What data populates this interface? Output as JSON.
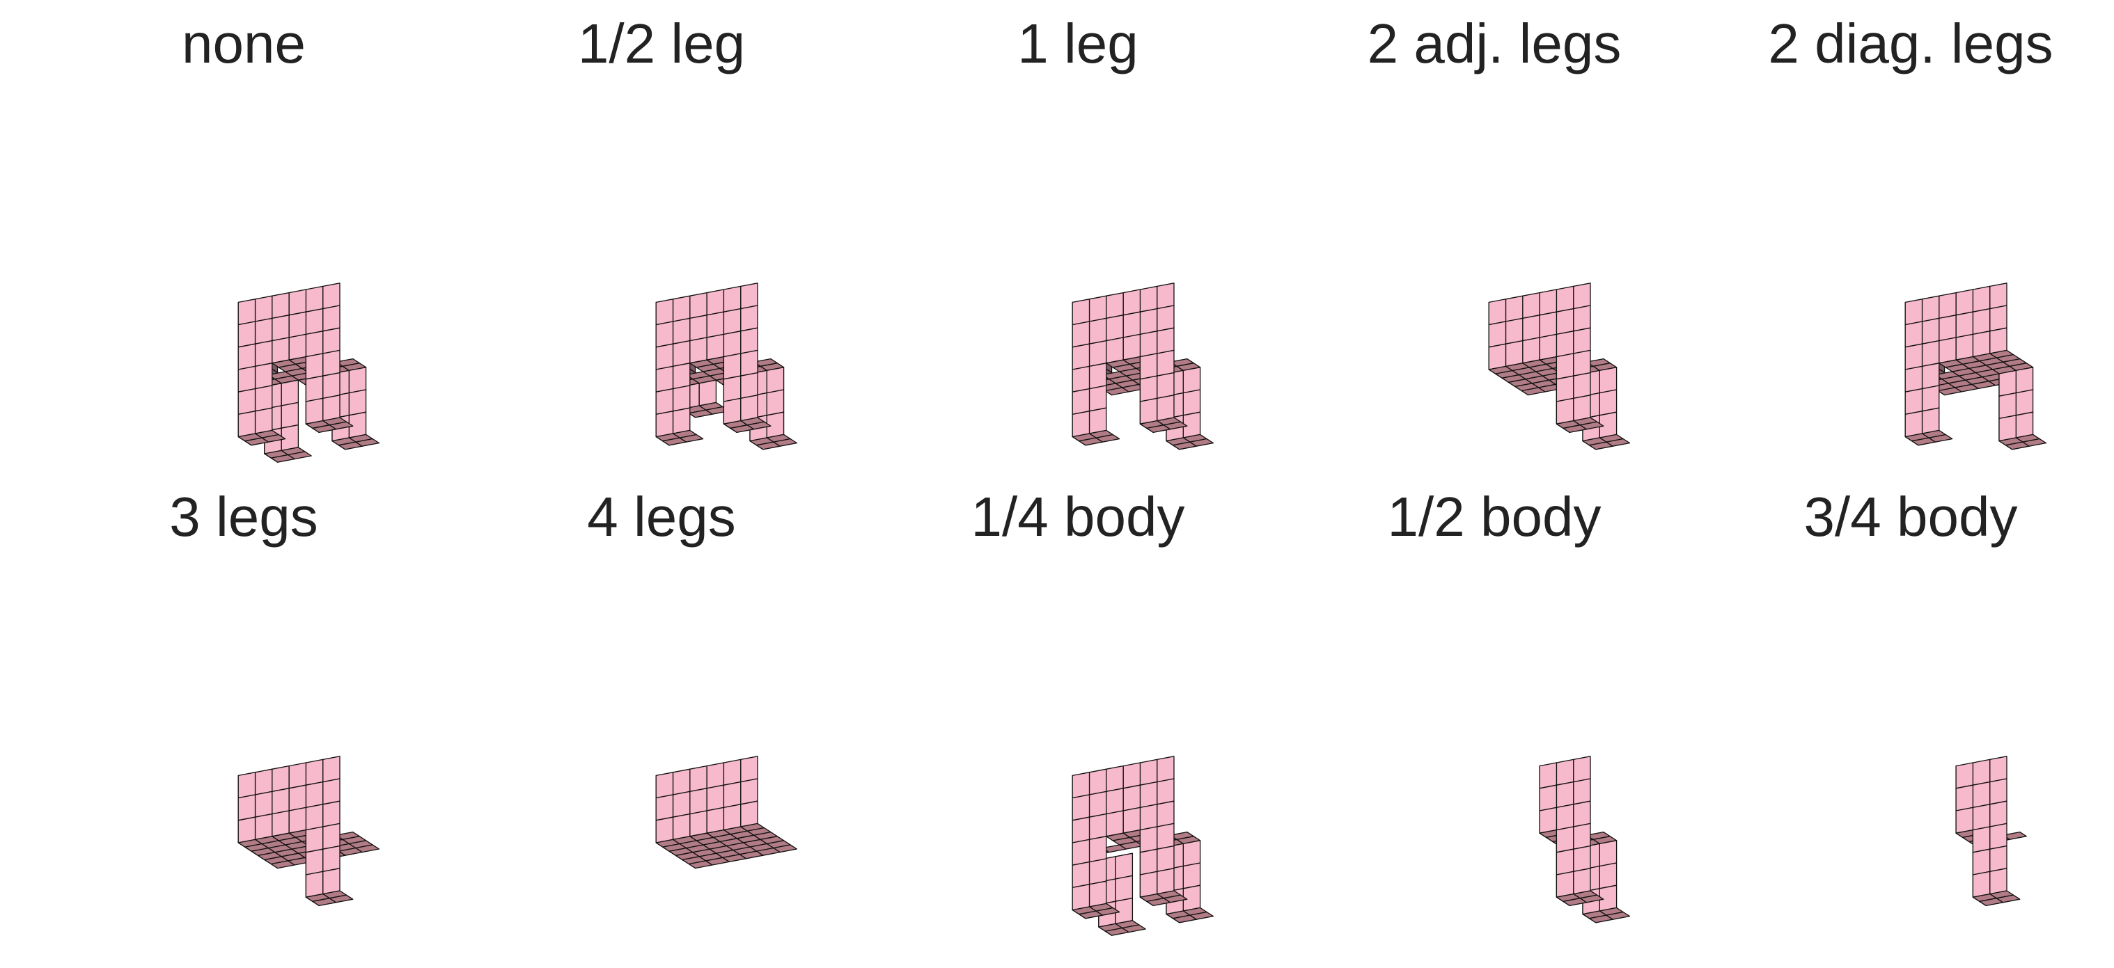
{
  "colors": {
    "front_face": "#7d5b62",
    "side_face": "#f7b9cc",
    "bottom_face": "#b17c86",
    "edge": "#111111",
    "caption_text": "#222222",
    "background": "#ffffff"
  },
  "panels": [
    {
      "label": "none",
      "removed": "none"
    },
    {
      "label": "1/2 leg",
      "removed": "half_leg"
    },
    {
      "label": "1 leg",
      "removed": "one_leg"
    },
    {
      "label": "2 adj. legs",
      "removed": "two_adjacent_legs"
    },
    {
      "label": "2 diag. legs",
      "removed": "two_diagonal_legs"
    },
    {
      "label": "3 legs",
      "removed": "three_legs"
    },
    {
      "label": "4 legs",
      "removed": "four_legs"
    },
    {
      "label": "1/4 body",
      "removed": "quarter_body"
    },
    {
      "label": "1/2 body",
      "removed": "half_body"
    },
    {
      "label": "3/4 body",
      "removed": "three_quarter_body"
    }
  ]
}
